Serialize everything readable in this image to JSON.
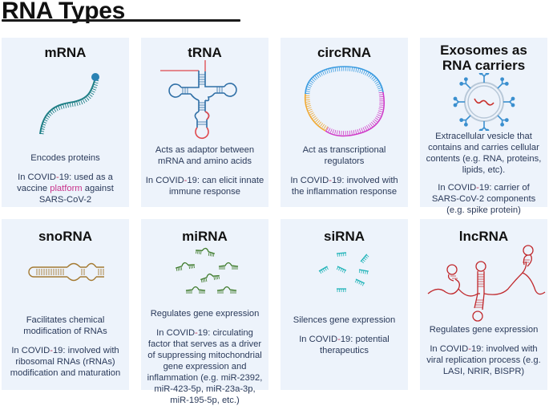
{
  "page": {
    "title": "RNA Types",
    "colors": {
      "card_background": "#edf3fb",
      "title_text": "#111111",
      "body_text": "#2a3a5a",
      "highlight_pink": "#c8348c",
      "mrna_teal": "#1f7f86",
      "trna_blue": "#2f6fa6",
      "trna_red": "#e0474c",
      "circ_blue": "#3a9be0",
      "circ_orange": "#f0a830",
      "circ_magenta": "#d03cc8",
      "exosome_blue": "#3a8fcf",
      "exosome_red": "#c9302c",
      "snorna_gold": "#a47a32",
      "mirna_green": "#3d7a2a",
      "sirna_cyan": "#1fb3b8",
      "lncrna_red": "#c0282c"
    }
  },
  "cards": [
    {
      "name": "mRNA",
      "icon": "mrna-strand-icon",
      "description": "Encodes proteins",
      "covid_prefix": "In COVID",
      "covid_dash": "-",
      "covid_text_before_highlight": "19: used as a vaccine ",
      "covid_highlight": "platform",
      "covid_text_after_highlight": " against SARS-CoV-2"
    },
    {
      "name": "tRNA",
      "icon": "trna-cloverleaf-icon",
      "description": "Acts as adaptor between mRNA and amino acids",
      "covid_prefix": "In COVID",
      "covid_dash": "-",
      "covid_text": "19: can elicit innate immune response"
    },
    {
      "name": "circRNA",
      "icon": "circrna-ring-icon",
      "description": "Act as transcriptional regulators",
      "covid_prefix": "In COVID",
      "covid_dash": "-",
      "covid_text": "19: involved with the inflammation response"
    },
    {
      "name_line1": "Exosomes as",
      "name_line2": "RNA carriers",
      "icon": "exosome-vesicle-icon",
      "description": "Extracellular vesicle that contains and carries cellular contents (e.g. RNA, proteins, lipids, etc).",
      "covid_prefix": "In COVID",
      "covid_dash": "-",
      "covid_text": "19: carrier of SARS-CoV-2 components (e.g. spike protein)"
    },
    {
      "name": "snoRNA",
      "icon": "snorna-hairpin-icon",
      "description": "Facilitates chemical modification of RNAs",
      "covid_prefix": "In COVID",
      "covid_dash": "-",
      "covid_text": "19: involved with ribosomal RNAs (rRNAs) modification and maturation"
    },
    {
      "name": "miRNA",
      "icon": "mirna-hairpins-icon",
      "description": "Regulates gene expression",
      "covid_prefix": "In COVID",
      "covid_dash": "-",
      "covid_text": "19: circulating factor that serves as a driver of suppressing mitochondrial gene expression and inflammation (e.g. miR-2392, miR-423-5p, miR-23a-3p, miR-195-5p, etc.)"
    },
    {
      "name": "siRNA",
      "icon": "sirna-fragments-icon",
      "description": "Silences gene expression",
      "covid_prefix": "In COVID",
      "covid_dash": "-",
      "covid_text": "19: potential therapeutics"
    },
    {
      "name": "lncRNA",
      "icon": "lncrna-strand-icon",
      "description": "Regulates gene expression",
      "covid_prefix": "In COVID",
      "covid_dash": "-",
      "covid_text": "19: involved with viral replication process (e.g. LASI, NRIR, BISPR)"
    }
  ]
}
